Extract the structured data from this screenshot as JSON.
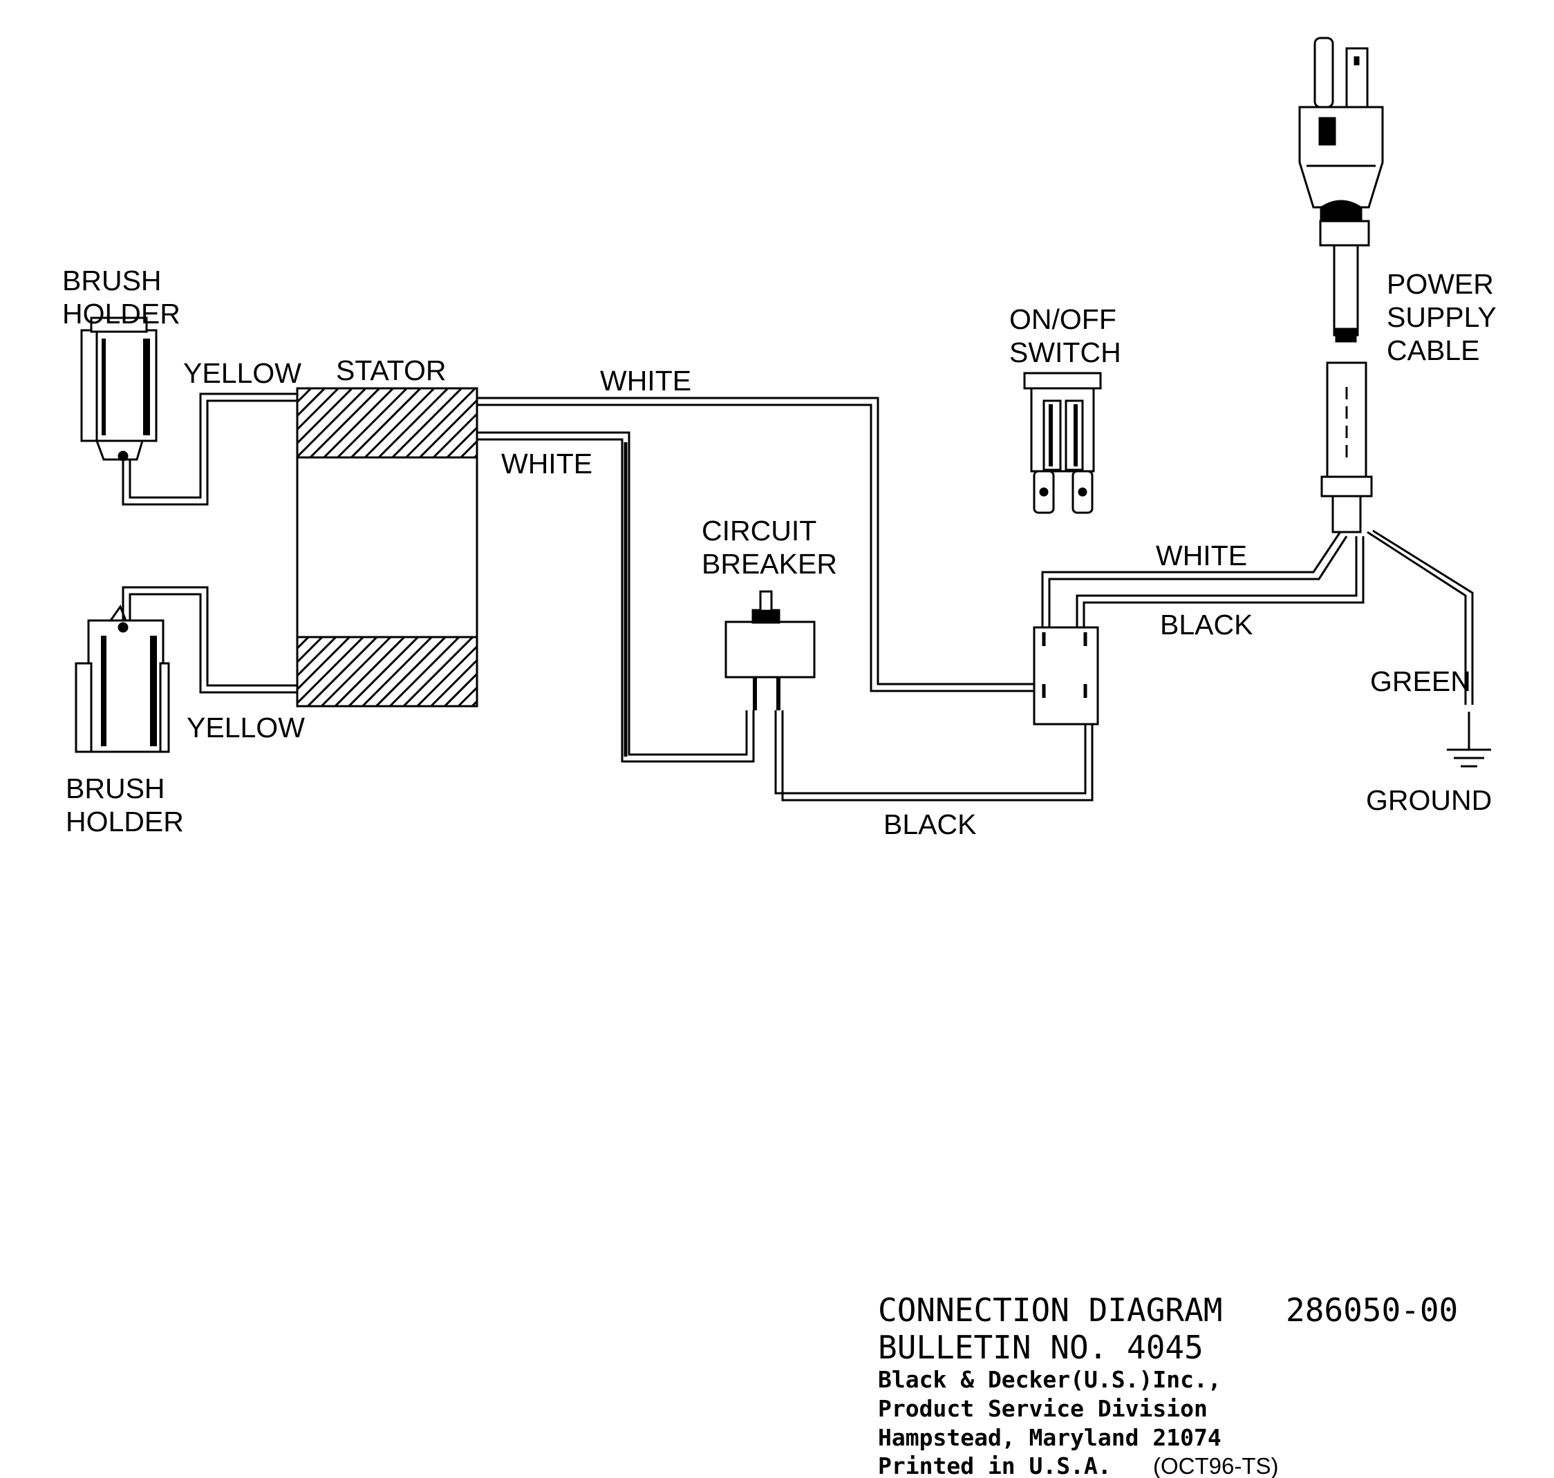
{
  "labels": {
    "brush_holder_top": [
      "BRUSH",
      "HOLDER"
    ],
    "brush_holder_bottom": [
      "BRUSH",
      "HOLDER"
    ],
    "yellow_top": "YELLOW",
    "yellow_bottom": "YELLOW",
    "stator": "STATOR",
    "white_top": "WHITE",
    "white_inner": "WHITE",
    "circuit_breaker": [
      "CIRCUIT",
      "BREAKER"
    ],
    "on_off_switch": [
      "ON/OFF",
      "SWITCH"
    ],
    "power_supply_cable": [
      "POWER",
      "SUPPLY",
      "CABLE"
    ],
    "white_cable": "WHITE",
    "black_cable": "BLACK",
    "black_bottom": "BLACK",
    "green": "GREEN",
    "ground": "GROUND"
  },
  "title_block": {
    "line1": "CONNECTION DIAGRAM",
    "line1_number": "286050-00",
    "line2": "BULLETIN NO. 4045",
    "line3": "Black & Decker(U.S.)Inc.,",
    "line4": "Product Service Division",
    "line5": "Hampstead, Maryland 21074",
    "line6": "Printed in U.S.A.",
    "line6_code": "(OCT96-TS)"
  },
  "colors": {
    "ink": "#000000",
    "paper": "#ffffff"
  }
}
